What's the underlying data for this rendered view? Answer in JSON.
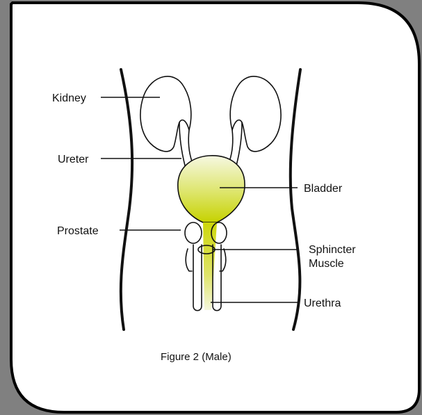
{
  "labels": {
    "kidney": "Kidney",
    "ureter": "Ureter",
    "bladder": "Bladder",
    "prostate": "Prostate",
    "sphincter_line1": "Sphincter",
    "sphincter_line2": "Muscle",
    "urethra": "Urethra"
  },
  "caption": "Figure 2 (Male)",
  "colors": {
    "frame_background": "#808080",
    "card_background": "#ffffff",
    "card_border": "#000000",
    "urine_fill_light": "#f4f7d8",
    "urine_fill_dark": "#c8d400"
  }
}
